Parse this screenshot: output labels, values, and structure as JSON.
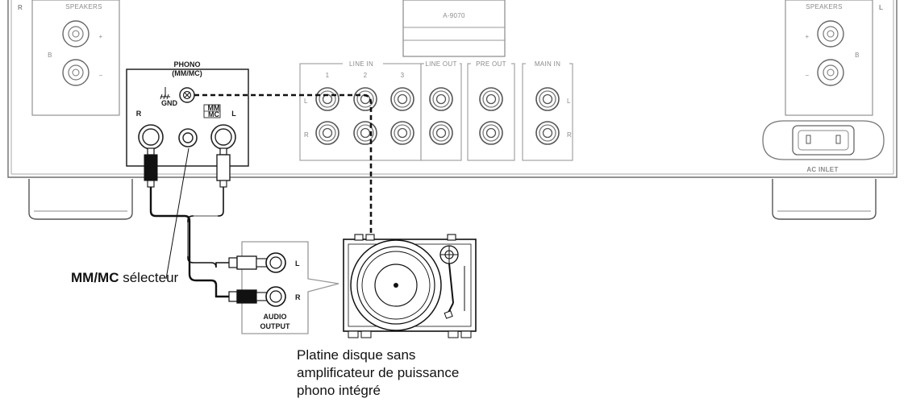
{
  "device": {
    "model": "A-9070",
    "speakers_right_label": "R",
    "speakers_left_label": "L",
    "speakers_word": "SPEAKERS",
    "speaker_group": "B",
    "plus": "+",
    "minus": "−",
    "phono_title_1": "PHONO",
    "phono_title_2": "(MM/MC)",
    "gnd": "GND",
    "mm": "MM",
    "mc": "MC",
    "ch_r": "R",
    "ch_l": "L",
    "line_in": "LINE IN",
    "line_in_1": "1",
    "line_in_2": "2",
    "line_in_3": "3",
    "line_out": "LINE OUT",
    "pre_out": "PRE OUT",
    "main_in": "MAIN IN",
    "ac_inlet": "AC INLET"
  },
  "turntable": {
    "out_l": "L",
    "out_r": "R",
    "audio_output_1": "AUDIO",
    "audio_output_2": "OUTPUT"
  },
  "annotations": {
    "selector_bold": "MM/MC",
    "selector_rest": " sélecteur",
    "caption_line1": "Platine disque sans",
    "caption_line2": "amplificateur de puissance",
    "caption_line3": "phono intégré"
  }
}
